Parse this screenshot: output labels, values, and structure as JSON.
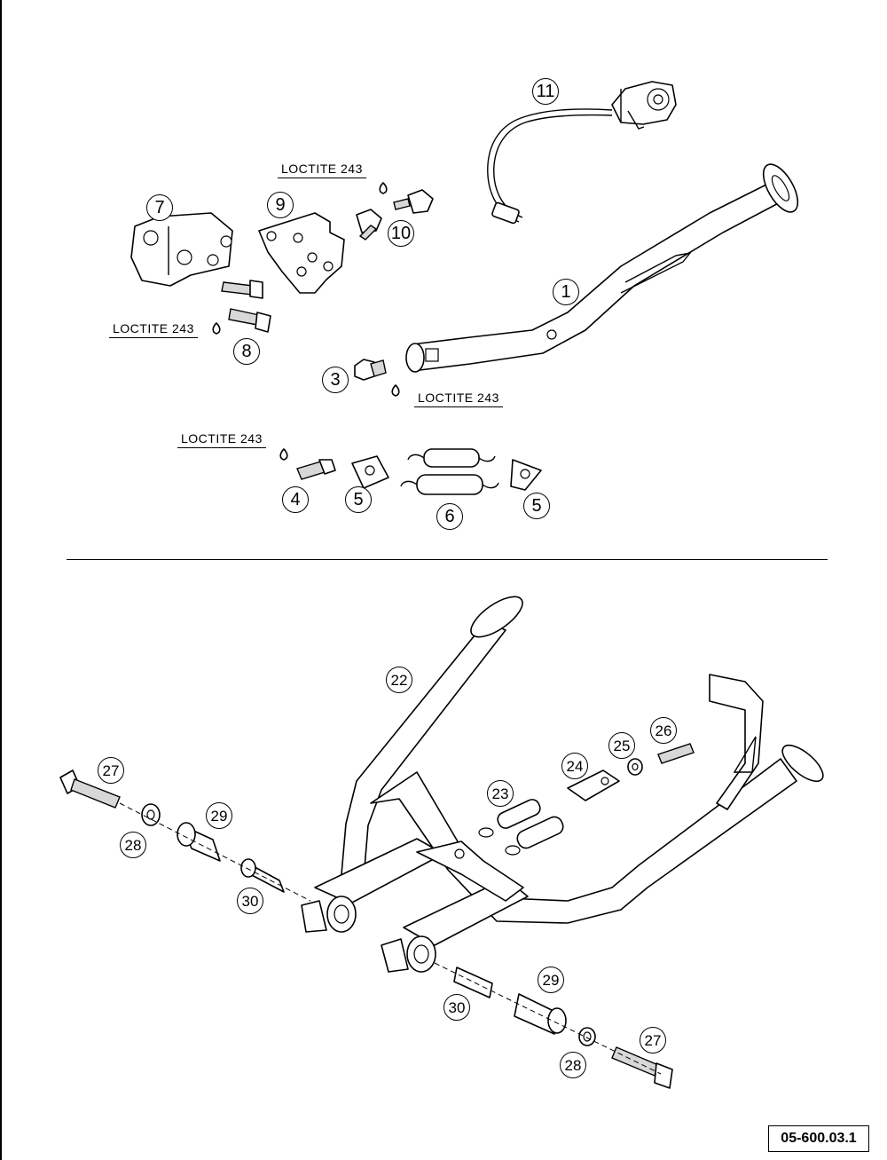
{
  "loctite_labels": [
    "LOCTITE 243",
    "LOCTITE 243",
    "LOCTITE 243",
    "LOCTITE 243"
  ],
  "part_numbers": {
    "p1": "1",
    "p3": "3",
    "p4": "4",
    "p5a": "5",
    "p5b": "5",
    "p6": "6",
    "p7": "7",
    "p8": "8",
    "p9": "9",
    "p10": "10",
    "p11": "11",
    "p22": "22",
    "p23": "23",
    "p24": "24",
    "p25": "25",
    "p26": "26",
    "p27a": "27",
    "p27b": "27",
    "p28a": "28",
    "p28b": "28",
    "p29a": "29",
    "p29b": "29",
    "p30a": "30",
    "p30b": "30"
  },
  "reference_code": "05-600.03.1"
}
